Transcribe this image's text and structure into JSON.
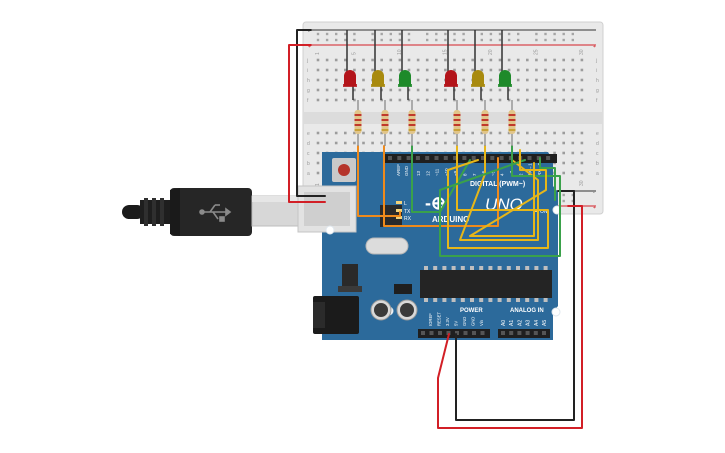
{
  "board": {
    "brand_symbol": "-⊕",
    "model": "UNO",
    "maker": "ARDUINO",
    "digital_label": "DIGITAL (PWM~)",
    "power_label": "POWER",
    "analog_label": "ANALOG IN",
    "tx_label": "TX",
    "rx_label": "RX",
    "on_label": "ON",
    "l_label": "L",
    "aref_label": "AREF",
    "gnd_label": "GND",
    "digital_pins": [
      "13",
      "12",
      "~11",
      "~10",
      "~9",
      "8",
      "7",
      "~6",
      "~5",
      "4",
      "~3",
      "2",
      "TX→1",
      "RX←0"
    ],
    "power_pins": [
      "IOREF",
      "RESET",
      "3.3V",
      "5V",
      "GND",
      "GND",
      "Vin"
    ],
    "analog_pins": [
      "A0",
      "A1",
      "A2",
      "A3",
      "A4",
      "A5"
    ]
  },
  "breadboard": {
    "row_letters_top": [
      "j",
      "i",
      "h",
      "g",
      "f"
    ],
    "row_letters_bottom": [
      "e",
      "d",
      "c",
      "b",
      "a"
    ],
    "column_numbers": [
      "1",
      "5",
      "10",
      "15",
      "20",
      "25",
      "30"
    ],
    "rail_plus": "+",
    "rail_minus": "-"
  },
  "components": {
    "leds": [
      {
        "color": "#b3141a",
        "name": "red"
      },
      {
        "color": "#a88a0e",
        "name": "yellow"
      },
      {
        "color": "#1e8a2a",
        "name": "green"
      },
      {
        "color": "#b3141a",
        "name": "red"
      },
      {
        "color": "#a88a0e",
        "name": "yellow"
      },
      {
        "color": "#1e8a2a",
        "name": "green"
      }
    ],
    "resistor_count": 6
  },
  "colors": {
    "board_blue": "#2c6a9b",
    "breadboard": "#e9e9e9",
    "wire_red": "#d21f26",
    "wire_black": "#222222",
    "wire_green": "#3aa14a",
    "wire_yellow": "#e6b619",
    "wire_orange": "#ef8a1c"
  }
}
